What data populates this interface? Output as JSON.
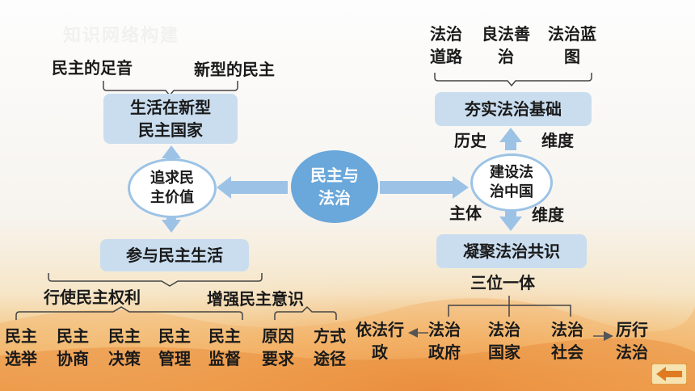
{
  "header": {
    "faint_title": "知识网络构建"
  },
  "center": {
    "label": "民主与\n法治"
  },
  "left": {
    "top_items": [
      "民主的足音",
      "新型的民主"
    ],
    "top_box": "生活在新型\n民主国家",
    "middle_ellipse": "追求民\n主价值",
    "bottom_box": "参与民主生活",
    "sub_labels": [
      "行使民主权利",
      "增强民主意识"
    ],
    "leaf_items": [
      "民主\n选举",
      "民主\n协商",
      "民主\n决策",
      "民主\n管理",
      "民主\n监督",
      "原因\n要求",
      "方式\n途径"
    ]
  },
  "right": {
    "top_items": [
      "法治\n道路",
      "良法善\n治",
      "法治蓝\n图"
    ],
    "top_box": "夯实法治基础",
    "dimension_top": [
      "历史",
      "维度"
    ],
    "middle_ellipse": "建设法\n治中国",
    "dimension_bottom": [
      "主体",
      "维度"
    ],
    "bottom_box": "凝聚法治共识",
    "unity_label": "三位一体",
    "leaf_items": [
      "依法行\n政",
      "法治\n政府",
      "法治\n国家",
      "法治\n社会",
      "厉行\n法治"
    ]
  },
  "colors": {
    "box_fill": "#c9ddef",
    "arrow": "#9cc3e6",
    "center_fill": "#6aa7da"
  },
  "nav": {
    "back_icon": "back-arrow-icon"
  }
}
